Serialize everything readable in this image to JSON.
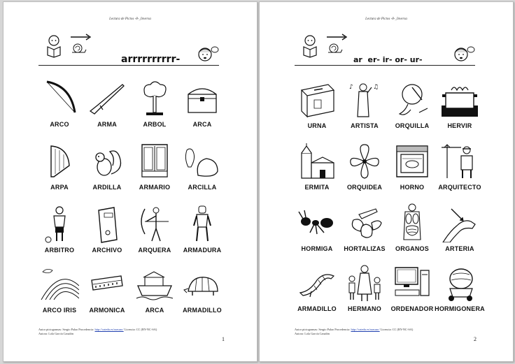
{
  "pages": [
    {
      "header_title": "Lectura de Pictos -8-_Inversa",
      "heading": "arrrrrrrrrr-",
      "rows": [
        [
          {
            "label": "ARCO",
            "icon": "bow-icon"
          },
          {
            "label": "ARMA",
            "icon": "rifle-icon"
          },
          {
            "label": "ARBOL",
            "icon": "tree-icon"
          },
          {
            "label": "ARCA",
            "icon": "chest-icon"
          }
        ],
        [
          {
            "label": "ARPA",
            "icon": "harp-icon"
          },
          {
            "label": "ARDILLA",
            "icon": "squirrel-icon"
          },
          {
            "label": "ARMARIO",
            "icon": "wardrobe-icon"
          },
          {
            "label": "ARCILLA",
            "icon": "clay-icon"
          }
        ],
        [
          {
            "label": "ARBITRO",
            "icon": "referee-icon"
          },
          {
            "label": "ARCHIVO",
            "icon": "binder-icon"
          },
          {
            "label": "ARQUERA",
            "icon": "archer-icon"
          },
          {
            "label": "ARMADURA",
            "icon": "armor-icon"
          }
        ],
        [
          {
            "label": "ARCO IRIS",
            "icon": "rainbow-icon"
          },
          {
            "label": "ARMONICA",
            "icon": "harmonica-icon"
          },
          {
            "label": "ARCA",
            "icon": "ark-icon"
          },
          {
            "label": "ARMADILLO",
            "icon": "armadillo-icon"
          }
        ]
      ],
      "footer": {
        "line1_a": "Autor pictogramas: Sergio Palao Procedencia: ",
        "link": "http://catedu.es/arasaac/",
        "line1_b": " Licencia: CC (BY-NC-SA)",
        "line2": "Autora: Lola García Canalón"
      },
      "page_number": "1"
    },
    {
      "header_title": "Lectura de Pictos -8-_Inversa",
      "heading": "ar  er- ir- or- ur-",
      "rows": [
        [
          {
            "label": "URNA",
            "icon": "ballot-box-icon"
          },
          {
            "label": "ARTISTA",
            "icon": "singer-icon"
          },
          {
            "label": "ORQUILLA",
            "icon": "hairpin-icon"
          },
          {
            "label": "HERVIR",
            "icon": "boiling-pot-icon"
          }
        ],
        [
          {
            "label": "ERMITA",
            "icon": "chapel-icon"
          },
          {
            "label": "ORQUIDEA",
            "icon": "orchid-icon"
          },
          {
            "label": "HORNO",
            "icon": "oven-icon"
          },
          {
            "label": "ARQUITECTO",
            "icon": "architect-icon"
          }
        ],
        [
          {
            "label": "HORMIGA",
            "icon": "ant-icon"
          },
          {
            "label": "HORTALIZAS",
            "icon": "vegetables-icon"
          },
          {
            "label": "ORGANOS",
            "icon": "organs-icon"
          },
          {
            "label": "ARTERIA",
            "icon": "artery-icon"
          }
        ],
        [
          {
            "label": "ARMADILLO",
            "icon": "armadillo-icon"
          },
          {
            "label": "HERMANO",
            "icon": "siblings-icon"
          },
          {
            "label": "ORDENADOR",
            "icon": "computer-icon"
          },
          {
            "label": "HORMIGONERA",
            "icon": "concrete-mixer-icon"
          }
        ]
      ],
      "footer": {
        "line1_a": "Autor pictogramas: Sergio Palao Procedencia: ",
        "link": "http://catedu.es/arasaac/",
        "line1_b": " Licencia: CC (BY-NC-SA)",
        "line2": "Autora: Lola García Canalón"
      },
      "page_number": "2"
    }
  ]
}
